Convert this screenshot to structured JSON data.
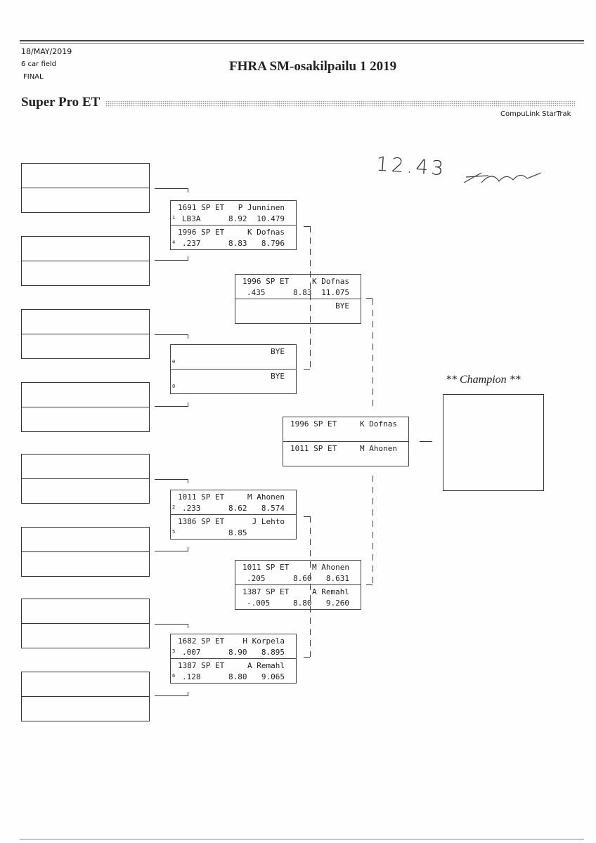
{
  "header": {
    "date": "18/MAY/2019",
    "field": "6 car field",
    "status": "FINAL",
    "title": "FHRA SM-osakilpailu 1 2019",
    "event": "Super Pro ET",
    "software": "CompuLink StarTrak"
  },
  "handwritten_note": "12.43",
  "champion_label": "** Champion **",
  "matches": [
    {
      "id": "r1-m1",
      "entries": [
        {
          "car": "1691 SP ET",
          "name": "P Junninen",
          "seed": "1",
          "rt": "LB3A",
          "dial": "8.92",
          "et": "10.479"
        },
        {
          "car": "1996 SP ET",
          "name": "K Dofnas",
          "seed": "4",
          "rt": ".237",
          "dial": "8.83",
          "et": "8.796"
        }
      ]
    },
    {
      "id": "r1-m2",
      "entries": [
        {
          "car": "",
          "name": "BYE",
          "seed": "0",
          "rt": "",
          "dial": "",
          "et": ""
        },
        {
          "car": "",
          "name": "BYE",
          "seed": "0",
          "rt": "",
          "dial": "",
          "et": ""
        }
      ]
    },
    {
      "id": "r1-m3",
      "entries": [
        {
          "car": "1011 SP ET",
          "name": "M Ahonen",
          "seed": "2",
          "rt": ".233",
          "dial": "8.62",
          "et": "8.574"
        },
        {
          "car": "1386 SP ET",
          "name": "J Lehto",
          "seed": "5",
          "rt": "",
          "dial": "8.85",
          "et": ""
        }
      ]
    },
    {
      "id": "r1-m4",
      "entries": [
        {
          "car": "1682 SP ET",
          "name": "H Korpela",
          "seed": "3",
          "rt": ".007",
          "dial": "8.90",
          "et": "8.895"
        },
        {
          "car": "1387 SP ET",
          "name": "A Remahl",
          "seed": "6",
          "rt": ".128",
          "dial": "8.80",
          "et": "9.065"
        }
      ]
    },
    {
      "id": "r2-m1",
      "entries": [
        {
          "car": "1996 SP ET",
          "name": "K Dofnas",
          "seed": "",
          "rt": ".435",
          "dial": "8.83",
          "et": "11.075"
        },
        {
          "car": "",
          "name": "BYE",
          "seed": "",
          "rt": "",
          "dial": "",
          "et": ""
        }
      ]
    },
    {
      "id": "r2-m2",
      "entries": [
        {
          "car": "1011 SP ET",
          "name": "M Ahonen",
          "seed": "",
          "rt": ".205",
          "dial": "8.60",
          "et": "8.631"
        },
        {
          "car": "1387 SP ET",
          "name": "A Remahl",
          "seed": "",
          "rt": "-.005",
          "dial": "8.80",
          "et": "9.260"
        }
      ]
    },
    {
      "id": "final",
      "entries": [
        {
          "car": "1996 SP ET",
          "name": "K Dofnas",
          "seed": "",
          "rt": "",
          "dial": "",
          "et": ""
        },
        {
          "car": "1011 SP ET",
          "name": "M Ahonen",
          "seed": "",
          "rt": "",
          "dial": "",
          "et": ""
        }
      ]
    }
  ]
}
